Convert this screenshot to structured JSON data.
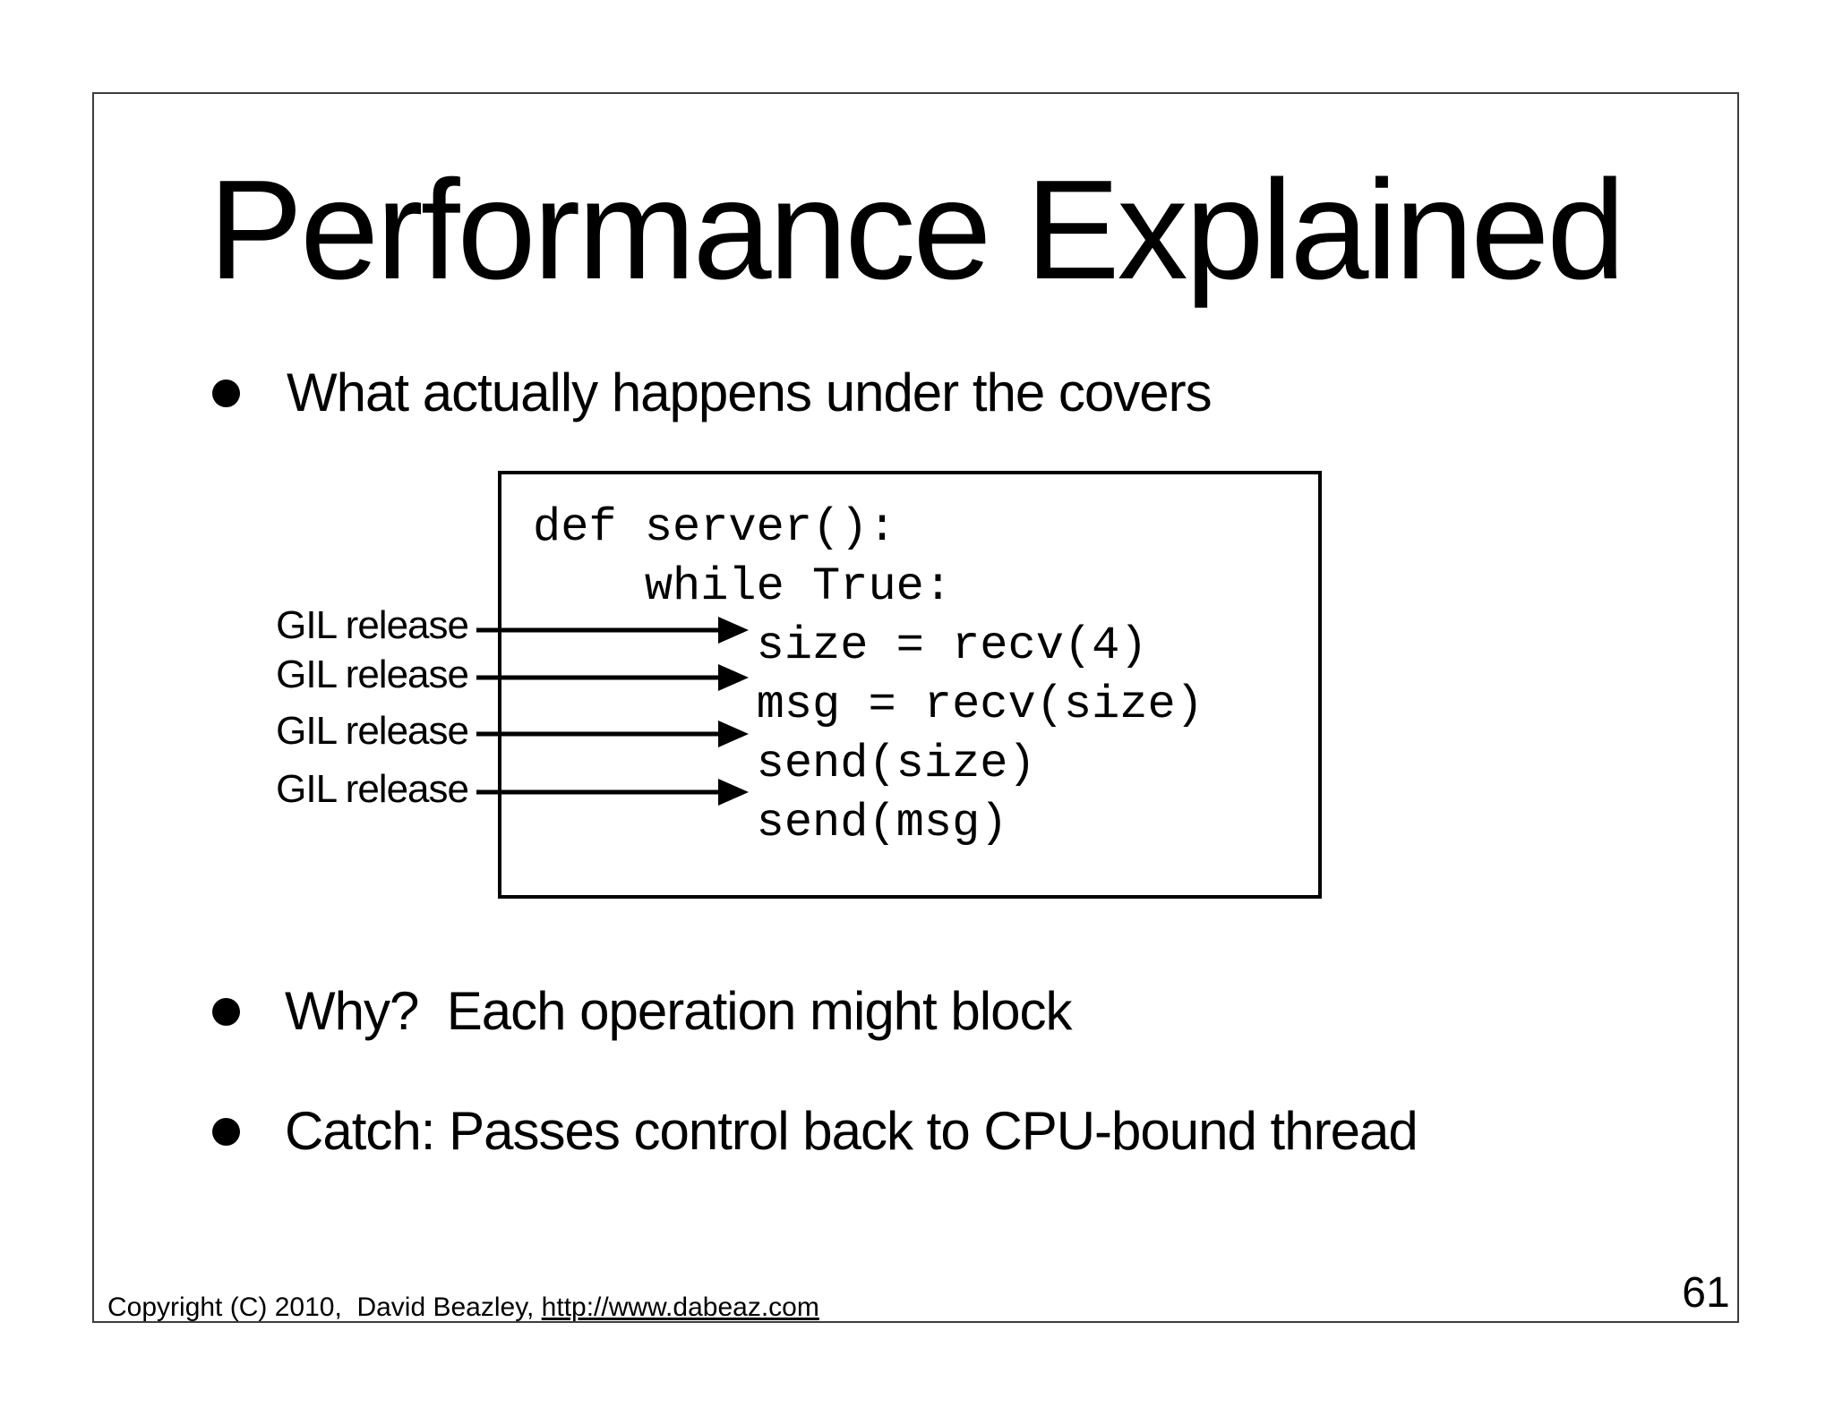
{
  "slide": {
    "title": "Performance Explained",
    "bullets": [
      {
        "text": "What actually happens under the covers"
      },
      {
        "text": "Why?  Each operation might block"
      },
      {
        "text": "Catch: Passes control back to CPU-bound thread"
      }
    ],
    "page_number": "61"
  },
  "diagram": {
    "code_lines": [
      "def server():",
      "    while True:",
      "        size = recv(4)",
      "        msg = recv(size)",
      "        send(size)",
      "        send(msg)"
    ],
    "gil_labels": [
      "GIL release",
      "GIL release",
      "GIL release",
      "GIL release"
    ]
  },
  "footer": {
    "copyright": "Copyright (C) 2010,  David Beazley, ",
    "link": "http://www.dabeaz.com"
  },
  "colors": {
    "text": "#000000",
    "slide_border": "#3d3d3d",
    "code_box_border": "#000000",
    "arrow": "#000000"
  }
}
